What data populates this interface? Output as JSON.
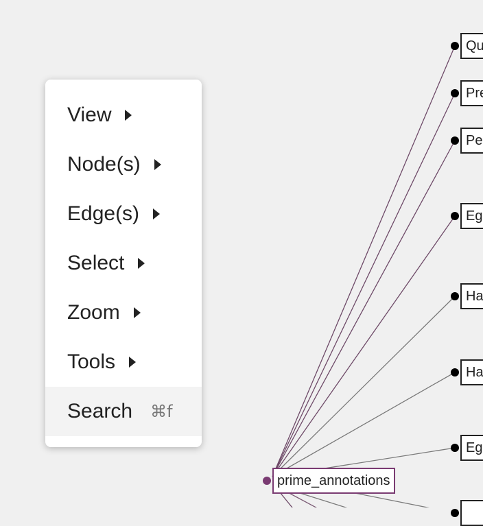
{
  "graph": {
    "root": {
      "label": "prime_annotations",
      "color": "#7a3b72"
    },
    "nodes": [
      "Qu",
      "Pre",
      "Pe",
      "Eg",
      "Ha",
      "Ha",
      "Eg",
      ""
    ]
  },
  "context_menu": {
    "items": [
      {
        "label": "View",
        "has_submenu": true,
        "shortcut": ""
      },
      {
        "label": "Node(s)",
        "has_submenu": true,
        "shortcut": ""
      },
      {
        "label": "Edge(s)",
        "has_submenu": true,
        "shortcut": ""
      },
      {
        "label": "Select",
        "has_submenu": true,
        "shortcut": ""
      },
      {
        "label": "Zoom",
        "has_submenu": true,
        "shortcut": ""
      },
      {
        "label": "Tools",
        "has_submenu": true,
        "shortcut": ""
      },
      {
        "label": "Search",
        "has_submenu": false,
        "shortcut": "⌘f",
        "highlighted": true
      }
    ]
  }
}
